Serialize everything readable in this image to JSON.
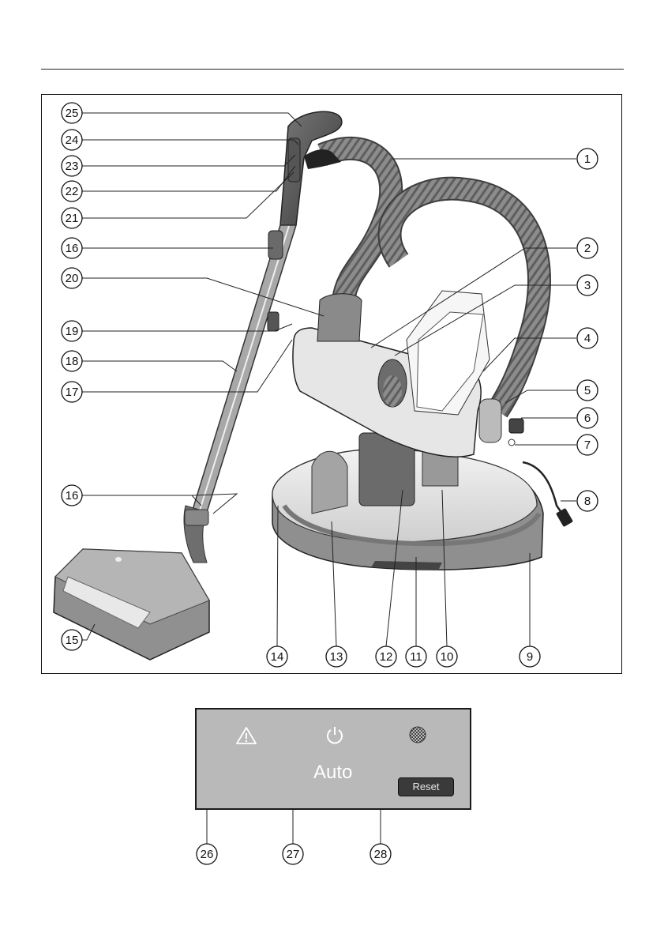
{
  "callouts": {
    "c1": "1",
    "c2": "2",
    "c3": "3",
    "c4": "4",
    "c5": "5",
    "c6": "6",
    "c7": "7",
    "c8": "8",
    "c9": "9",
    "c10": "10",
    "c11": "11",
    "c12": "12",
    "c13": "13",
    "c14": "14",
    "c15": "15",
    "c16": "16",
    "c17": "17",
    "c18": "18",
    "c19": "19",
    "c20": "20",
    "c21": "21",
    "c22": "22",
    "c23": "23",
    "c24": "24",
    "c25": "25",
    "c26": "26",
    "c27": "27",
    "c28": "28"
  },
  "panel": {
    "mode_label": "Auto",
    "reset_label": "Reset",
    "icons": [
      "warning-icon",
      "power-icon",
      "filter-icon"
    ],
    "background": "#b9b9b9"
  }
}
